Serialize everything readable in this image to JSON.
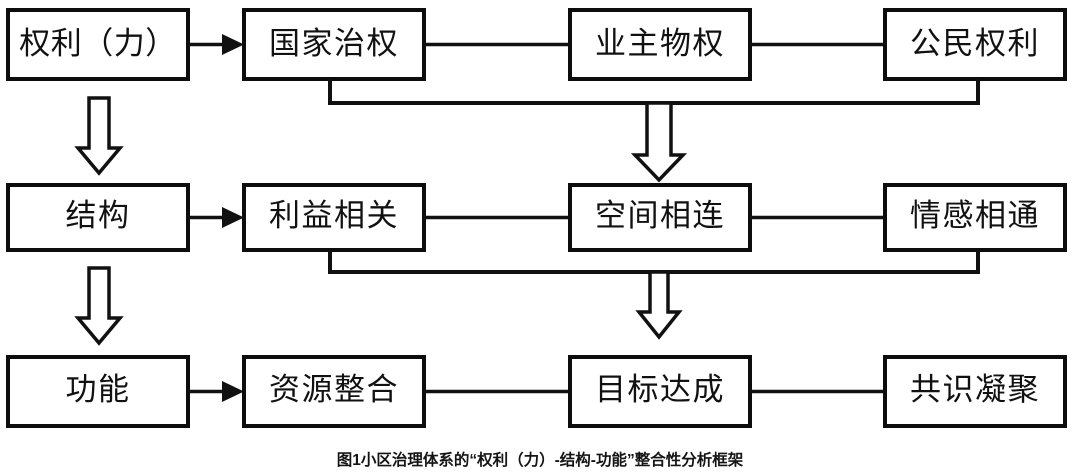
{
  "figure": {
    "caption": "图1小区治理体系的“权利（力）-结构-功能”整合性分析框架",
    "background_color": "#ffffff",
    "line_color": "#111111",
    "box_fill": "#ffffff"
  },
  "diagram": {
    "type": "flowchart",
    "rows": [
      {
        "id": "row-power",
        "dimension": "权利（力）",
        "nodes": [
          "国家治权",
          "业主物权",
          "公民权利"
        ]
      },
      {
        "id": "row-structure",
        "dimension": "结构",
        "nodes": [
          "利益相关",
          "空间相连",
          "情感相通"
        ]
      },
      {
        "id": "row-function",
        "dimension": "功能",
        "nodes": [
          "资源整合",
          "目标达成",
          "共识凝聚"
        ]
      }
    ],
    "dimension_labels": [
      "权利（力）",
      "结构",
      "功能"
    ],
    "nodes": {
      "r0c0": "权利（力）",
      "r0c1": "国家治权",
      "r0c2": "业主物权",
      "r0c3": "公民权利",
      "r1c0": "结构",
      "r1c1": "利益相关",
      "r1c2": "空间相连",
      "r1c3": "情感相通",
      "r2c0": "功能",
      "r2c1": "资源整合",
      "r2c2": "目标达成",
      "r2c3": "共识凝聚"
    },
    "connectors": {
      "solid_arrows": [
        {
          "from": "权利（力）",
          "to": "国家治权",
          "style": "solid-arrow-right"
        },
        {
          "from": "结构",
          "to": "利益相关",
          "style": "solid-arrow-right"
        },
        {
          "from": "功能",
          "to": "资源整合",
          "style": "solid-arrow-right"
        }
      ],
      "plain_links": [
        {
          "from": "国家治权",
          "to": "业主物权"
        },
        {
          "from": "业主物权",
          "to": "公民权利"
        },
        {
          "from": "利益相关",
          "to": "空间相连"
        },
        {
          "from": "空间相连",
          "to": "情感相通"
        },
        {
          "from": "资源整合",
          "to": "目标达成"
        },
        {
          "from": "目标达成",
          "to": "共识凝聚"
        }
      ],
      "hollow_arrows": [
        {
          "from": "权利（力）",
          "to": "结构",
          "style": "hollow-arrow-down"
        },
        {
          "from": "结构",
          "to": "功能",
          "style": "hollow-arrow-down"
        },
        {
          "from": "权利（力）层级",
          "to": "结构层级",
          "style": "hollow-arrow-down-bracket"
        },
        {
          "from": "结构层级",
          "to": "功能层级",
          "style": "hollow-arrow-down-bracket"
        }
      ]
    }
  }
}
